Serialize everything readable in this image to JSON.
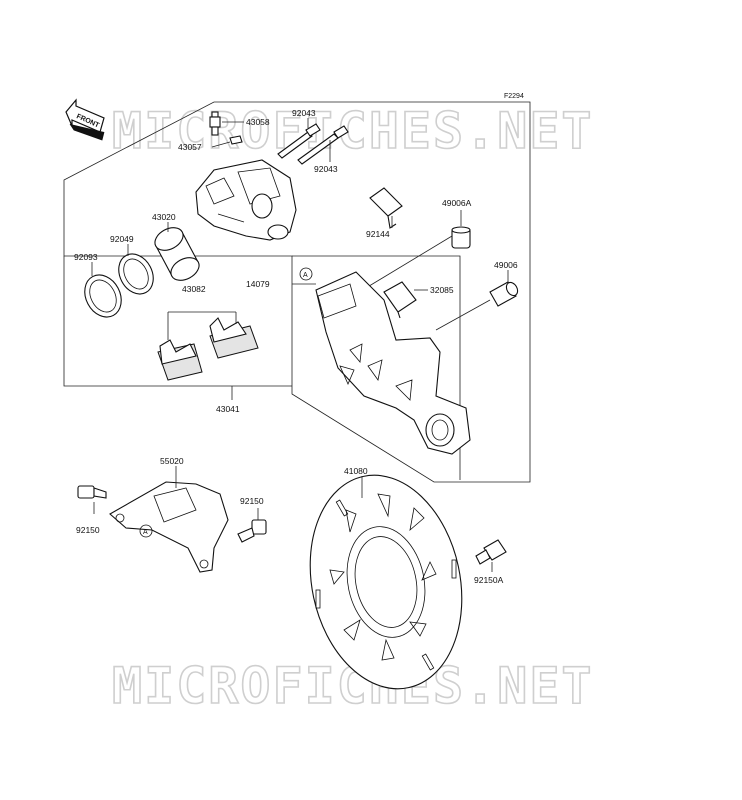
{
  "diagram": {
    "figure_code": "F2294",
    "front_label": "FRONT",
    "watermark": "MICROFICHES.NET",
    "callouts": {
      "p43058": "43058",
      "p43057": "43057",
      "p92043_top": "92043",
      "p92043_bottom": "92043",
      "p43020": "43020",
      "p92049": "92049",
      "p92093": "92093",
      "p92144": "92144",
      "p49006A": "49006A",
      "p49006": "49006",
      "p14079": "14079",
      "p32085": "32085",
      "p43082": "43082",
      "p43041": "43041",
      "p55020": "55020",
      "p41080": "41080",
      "p92150_left": "92150",
      "p92150_right": "92150",
      "p92150A": "92150A",
      "ref_a1": "A",
      "ref_a2": "A"
    }
  }
}
